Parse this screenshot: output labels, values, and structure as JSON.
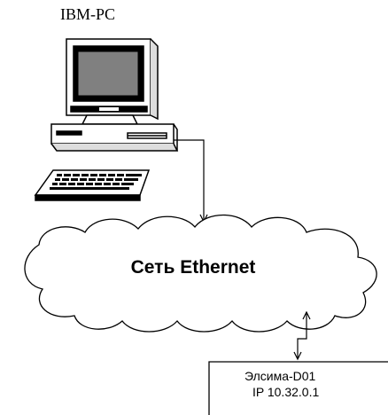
{
  "computer": {
    "label": "IBM-PC",
    "icon": "ibm-pc-computer-icon"
  },
  "network": {
    "label": "Сеть Ethernet",
    "shape": "cloud"
  },
  "device": {
    "name": "Элсима-D01",
    "ip": "IP 10.32.0.1"
  },
  "colors": {
    "line": "#000000",
    "background": "#ffffff",
    "screen": "#808080",
    "monitor_body": "#ffffff"
  }
}
